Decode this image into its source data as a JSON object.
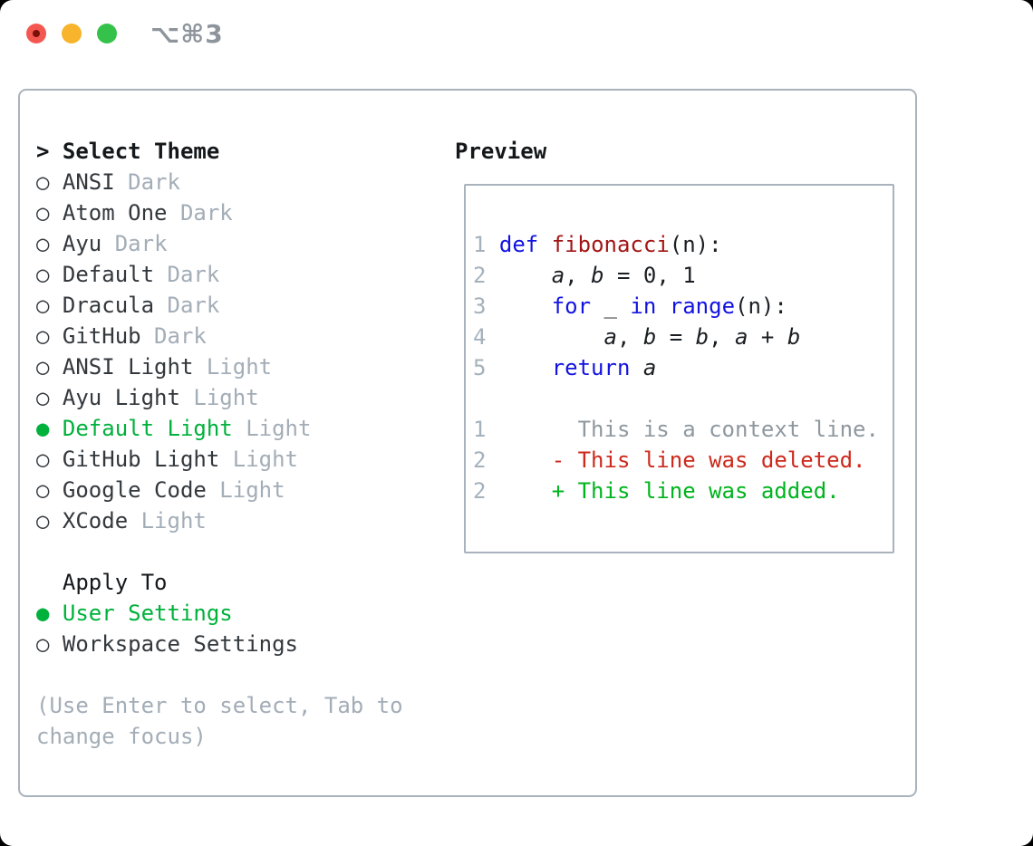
{
  "titlebar": {
    "shortcut": "⌥⌘3"
  },
  "theme_picker": {
    "prompt": "> ",
    "title": "Select Theme",
    "radio_unselected": "○ ",
    "radio_selected": "● ",
    "items": [
      {
        "name": "ANSI",
        "variant": "Dark",
        "selected": false
      },
      {
        "name": "Atom One",
        "variant": "Dark",
        "selected": false
      },
      {
        "name": "Ayu",
        "variant": "Dark",
        "selected": false
      },
      {
        "name": "Default",
        "variant": "Dark",
        "selected": false
      },
      {
        "name": "Dracula",
        "variant": "Dark",
        "selected": false
      },
      {
        "name": "GitHub",
        "variant": "Dark",
        "selected": false
      },
      {
        "name": "ANSI Light",
        "variant": "Light",
        "selected": false
      },
      {
        "name": "Ayu Light",
        "variant": "Light",
        "selected": false
      },
      {
        "name": "Default Light",
        "variant": "Light",
        "selected": true
      },
      {
        "name": "GitHub Light",
        "variant": "Light",
        "selected": false
      },
      {
        "name": "Google Code",
        "variant": "Light",
        "selected": false
      },
      {
        "name": "XCode",
        "variant": "Light",
        "selected": false
      }
    ],
    "apply_to": {
      "title": "  Apply To",
      "options": [
        {
          "label": "User Settings",
          "selected": true
        },
        {
          "label": "Workspace Settings",
          "selected": false
        }
      ]
    },
    "hints": [
      "(Use Enter to select, Tab to",
      "change focus)"
    ]
  },
  "preview": {
    "title": "Preview",
    "code_lines": [
      [
        {
          "t": "1",
          "c": "ln"
        },
        {
          "t": " ",
          "c": "p"
        },
        {
          "t": "def",
          "c": "kw"
        },
        {
          "t": " ",
          "c": "p"
        },
        {
          "t": "fibonacci",
          "c": "fn"
        },
        {
          "t": "(n):",
          "c": "p"
        }
      ],
      [
        {
          "t": "2",
          "c": "ln"
        },
        {
          "t": "     ",
          "c": "p"
        },
        {
          "t": "a",
          "c": "v"
        },
        {
          "t": ", ",
          "c": "p"
        },
        {
          "t": "b",
          "c": "v"
        },
        {
          "t": " = 0, 1",
          "c": "p"
        }
      ],
      [
        {
          "t": "3",
          "c": "ln"
        },
        {
          "t": "     ",
          "c": "p"
        },
        {
          "t": "for",
          "c": "kw"
        },
        {
          "t": " _ ",
          "c": "p"
        },
        {
          "t": "in",
          "c": "kw"
        },
        {
          "t": " ",
          "c": "p"
        },
        {
          "t": "range",
          "c": "kw"
        },
        {
          "t": "(n):",
          "c": "p"
        }
      ],
      [
        {
          "t": "4",
          "c": "ln"
        },
        {
          "t": "         ",
          "c": "p"
        },
        {
          "t": "a",
          "c": "v"
        },
        {
          "t": ", ",
          "c": "p"
        },
        {
          "t": "b",
          "c": "v"
        },
        {
          "t": " = ",
          "c": "p"
        },
        {
          "t": "b",
          "c": "v"
        },
        {
          "t": ", ",
          "c": "p"
        },
        {
          "t": "a",
          "c": "v"
        },
        {
          "t": " + ",
          "c": "p"
        },
        {
          "t": "b",
          "c": "v"
        }
      ],
      [
        {
          "t": "5",
          "c": "ln"
        },
        {
          "t": "     ",
          "c": "p"
        },
        {
          "t": "return",
          "c": "kw"
        },
        {
          "t": " ",
          "c": "p"
        },
        {
          "t": "a",
          "c": "v"
        }
      ]
    ],
    "diff_lines": [
      [
        {
          "t": "1",
          "c": "ln"
        },
        {
          "t": "       This is a context line.",
          "c": "ctx"
        }
      ],
      [
        {
          "t": "2",
          "c": "ln"
        },
        {
          "t": "     ",
          "c": "p"
        },
        {
          "t": "- This line was deleted.",
          "c": "del"
        }
      ],
      [
        {
          "t": "2",
          "c": "ln"
        },
        {
          "t": "     ",
          "c": "p"
        },
        {
          "t": "+ This line was added.",
          "c": "add"
        }
      ]
    ]
  },
  "colors": {
    "selection_green": "#00b13c",
    "keyword_blue": "#1313e0",
    "function_red": "#a31515",
    "deleted_red": "#cc2a1d",
    "added_green": "#00b41e",
    "context_gray": "#8f989f",
    "line_number_gray": "#a5b1bb",
    "muted_gray": "#a3adb7",
    "text_dark": "#33383d",
    "heading_black": "#14181b",
    "border_gray": "#a9b3bd",
    "traffic_red": "#f4574f",
    "traffic_red_dot": "#7a100a",
    "traffic_yellow": "#f7b42c",
    "traffic_green": "#35c24a",
    "shortcut_gray": "#8d949c"
  }
}
